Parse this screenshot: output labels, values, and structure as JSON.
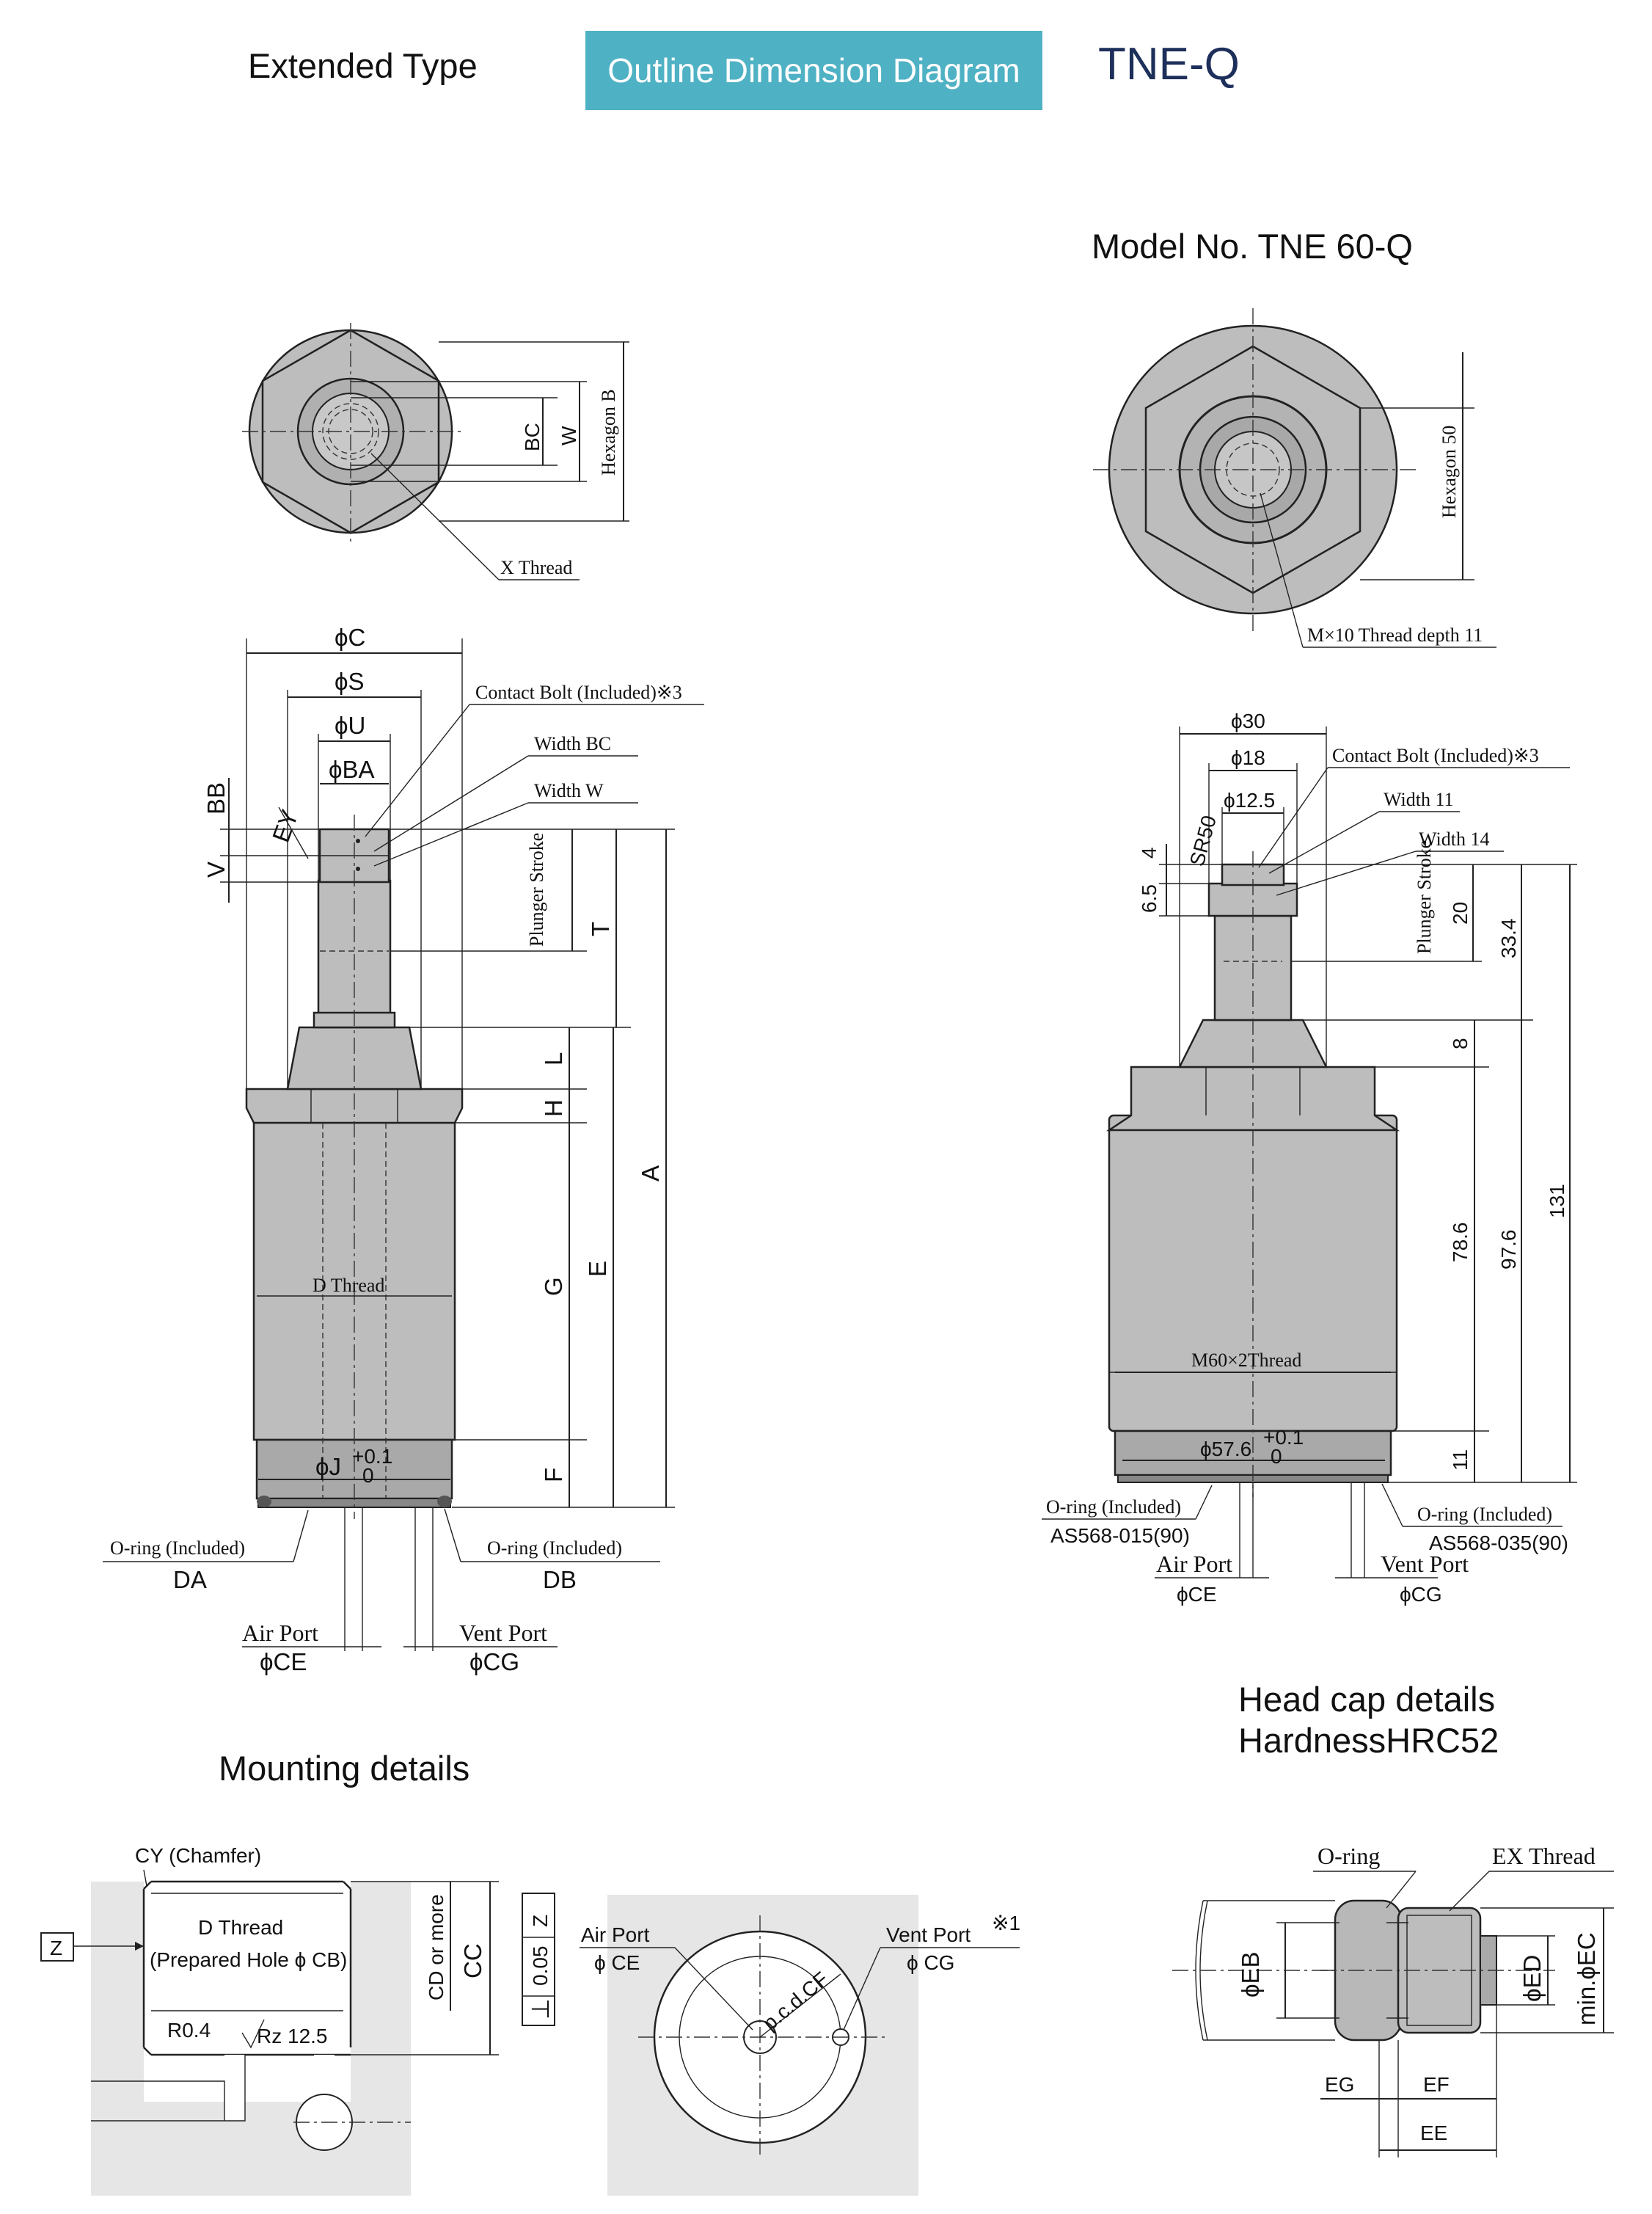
{
  "header": {
    "left": "Extended Type",
    "badge": "Outline Dimension Diagram",
    "model": "TNE-Q",
    "badge_color": "#4fb1c4"
  },
  "right_title": "Model No. TNE 60-Q",
  "mounting_title": "Mounting details",
  "headcap_title_1": "Head cap details",
  "headcap_title_2": "HardnessHRC52",
  "left_top_labels": {
    "bc": "BC",
    "w": "W",
    "hexagon": "Hexagon B",
    "x_thread": "X Thread"
  },
  "left_side_labels": {
    "c": "ϕC",
    "s": "ϕS",
    "u": "ϕU",
    "ba": "ϕBA",
    "bb": "BB",
    "v": "V",
    "ey": "EY",
    "contact_bolt": "Contact Bolt (Included)※3",
    "width_bc": "Width BC",
    "width_w": "Width W",
    "plunger": "Plunger Stroke",
    "t": "T",
    "l": "L",
    "h": "H",
    "a": "A",
    "g": "G",
    "e": "E",
    "f": "F",
    "d_thread": "D Thread",
    "j": "ϕJ",
    "j_tol_up": "+0.1",
    "j_tol_low": "0",
    "oring_l": "O-ring (Included)",
    "da": "DA",
    "oring_r": "O-ring (Included)",
    "db": "DB",
    "air_port": "Air Port",
    "ce": "ϕCE",
    "vent_port": "Vent Port",
    "cg": "ϕCG"
  },
  "right_top_labels": {
    "hexagon": "Hexagon 50",
    "thread": "M×10 Thread depth 11"
  },
  "right_side_labels": {
    "d30": "ϕ30",
    "d18": "ϕ18",
    "d125": "ϕ12.5",
    "sr50": "SR50",
    "n4": "4",
    "n65": "6.5",
    "contact_bolt": "Contact Bolt (Included)※3",
    "width11": "Width 11",
    "width14": "Width 14",
    "plunger": "Plunger Stroke",
    "n20": "20",
    "n334": "33.4",
    "n8": "8",
    "n786": "78.6",
    "n976": "97.6",
    "n131": "131",
    "m60": "M60×2Thread",
    "d576": "ϕ57.6",
    "tol_up": "+0.1",
    "tol_low": "0",
    "n11": "11",
    "oring_l": "O-ring (Included)",
    "as015": "AS568-015(90)",
    "oring_r": "O-ring (Included)",
    "as035": "AS568-035(90)",
    "air_port": "Air Port",
    "ce": "ϕCE",
    "vent_port": "Vent Port",
    "cg": "ϕCG"
  },
  "mounting_labels": {
    "cy": "CY (Chamfer)",
    "z": "Z",
    "d_thread": "D Thread",
    "prepared": "(Prepared Hole ϕ CB)",
    "r04": "R0.4",
    "rz": "Rz 12.5",
    "cd": "CD or more",
    "cc": "CC",
    "tol": "0.05",
    "perp": "⊥",
    "air_port": "Air Port",
    "ce": "ϕ CE",
    "vent_port": "Vent Port",
    "note": "※1",
    "cg": "ϕ CG",
    "pcd": "p.c.d.CF"
  },
  "headcap_labels": {
    "oring": "O-ring",
    "ex": "EX Thread",
    "eb": "ϕEB",
    "ed": "ϕED",
    "ec": "min.ϕEC",
    "eg": "EG",
    "ef": "EF",
    "ee": "EE"
  }
}
